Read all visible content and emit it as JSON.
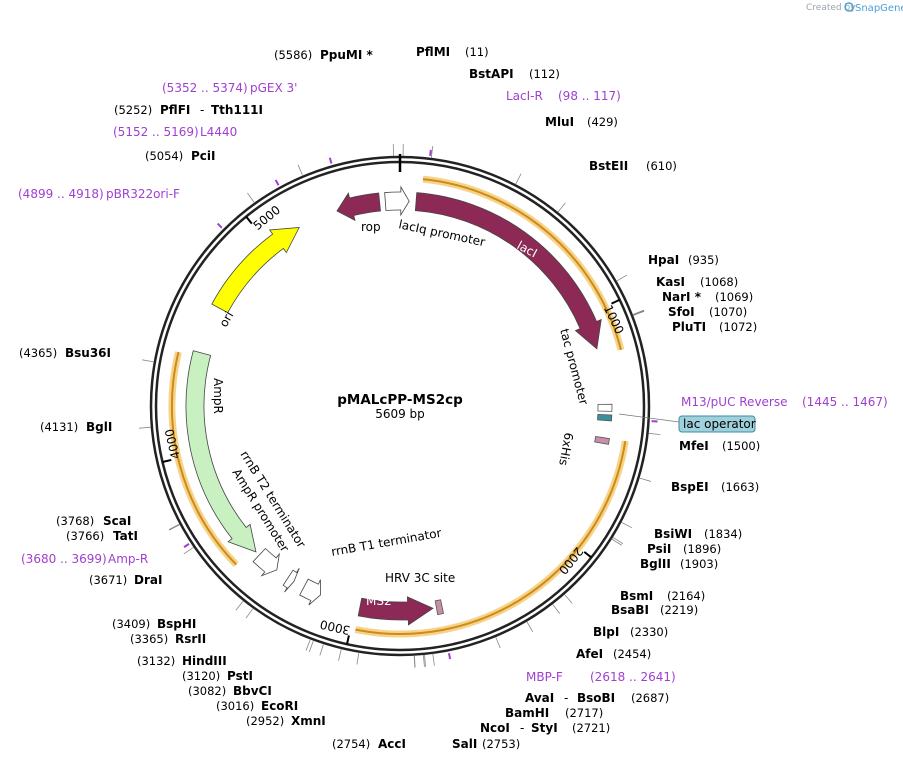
{
  "credit": {
    "created_by": "Created by",
    "brand": "SnapGene"
  },
  "plasmid": {
    "name": "pMALcPP-MS2cp",
    "length": "5609 bp",
    "length_value": 5609
  },
  "ticks": [
    {
      "label": "1000",
      "pos": 1000
    },
    {
      "label": "2000",
      "pos": 2000
    },
    {
      "label": "3000",
      "pos": 3000
    },
    {
      "label": "4000",
      "pos": 4000
    },
    {
      "label": "5000",
      "pos": 5000
    }
  ],
  "features": [
    {
      "name": "rop",
      "kind": "arrow",
      "color": "#8c2a55",
      "start": 5330,
      "end": 5520,
      "dir": -1,
      "label": "rop"
    },
    {
      "name": "laciq",
      "kind": "arrow",
      "color": "#ffffff",
      "start": 5545,
      "end": 40,
      "dir": 1,
      "label": "lacIq promoter"
    },
    {
      "name": "laci",
      "kind": "arrow",
      "color": "#8c2a55",
      "start": 70,
      "end": 1150,
      "dir": 1,
      "label": "lacI"
    },
    {
      "name": "tac",
      "kind": "box",
      "color": "#ffffff",
      "start": 1395,
      "end": 1425,
      "label": "tac promoter"
    },
    {
      "name": "lacop",
      "kind": "box",
      "color": "#3a8fa0",
      "start": 1440,
      "end": 1465,
      "label": "lac operator"
    },
    {
      "name": "his",
      "kind": "box",
      "color": "#c890a8",
      "start": 1540,
      "end": 1565,
      "label": "6xHis"
    },
    {
      "name": "ms2",
      "kind": "arrow",
      "color": "#8c2a55",
      "start": 2660,
      "end": 2980,
      "dir": -1,
      "label": "MS2"
    },
    {
      "name": "hrv",
      "kind": "box",
      "color": "#c890a8",
      "start": 2620,
      "end": 2645,
      "label": "HRV 3C site"
    },
    {
      "name": "rrnbt1",
      "kind": "arrow",
      "color": "#ffffff",
      "start": 3160,
      "end": 3240,
      "dir": -1,
      "label": "rrnB T1 terminator"
    },
    {
      "name": "rrnbt2",
      "kind": "arrow",
      "color": "#ffffff",
      "start": 3290,
      "end": 3320,
      "dir": -1,
      "label": "rrnB T2 terminator"
    },
    {
      "name": "ampp",
      "kind": "arrow",
      "color": "#ffffff",
      "start": 3380,
      "end": 3480,
      "dir": -1,
      "label": "AmpR promoter"
    },
    {
      "name": "ampr",
      "kind": "arrow",
      "color": "#c8f0c0",
      "start": 3500,
      "end": 4440,
      "dir": -1,
      "label": "AmpR"
    },
    {
      "name": "ori",
      "kind": "arrow",
      "color": "#ffff00",
      "start": 4650,
      "end": 5150,
      "dir": 1,
      "label": "ori"
    }
  ],
  "orfs": [
    {
      "start": 90,
      "end": 1180
    },
    {
      "start": 1540,
      "end": 2980
    },
    {
      "start": 3520,
      "end": 4420
    }
  ],
  "enzymes": [
    {
      "name": "PpuMI *",
      "pos_text": "(5586)",
      "pos": 5586
    },
    {
      "name": "PflMI",
      "pos_text": "(11)",
      "pos": 11
    },
    {
      "name": "BstAPI",
      "pos_text": "(112)",
      "pos": 112
    },
    {
      "name": "MluI",
      "pos_text": "(429)",
      "pos": 429
    },
    {
      "name": "BstEII",
      "pos_text": "(610)",
      "pos": 610
    },
    {
      "name": "HpaI",
      "pos_text": "(935)",
      "pos": 935
    },
    {
      "name": "KasI",
      "pos_text": "(1068)",
      "pos": 1068
    },
    {
      "name": "NarI *",
      "pos_text": "(1069)",
      "pos": 1069
    },
    {
      "name": "SfoI",
      "pos_text": "(1070)",
      "pos": 1070
    },
    {
      "name": "PluTI",
      "pos_text": "(1072)",
      "pos": 1072
    },
    {
      "name": "MfeI",
      "pos_text": "(1500)",
      "pos": 1500
    },
    {
      "name": "BspEI",
      "pos_text": "(1663)",
      "pos": 1663
    },
    {
      "name": "BsiWI",
      "pos_text": "(1834)",
      "pos": 1834
    },
    {
      "name": "PsiI",
      "pos_text": "(1896)",
      "pos": 1896
    },
    {
      "name": "BglII",
      "pos_text": "(1903)",
      "pos": 1903
    },
    {
      "name": "BsmI",
      "pos_text": "(2164)",
      "pos": 2164
    },
    {
      "name": "BsaBI",
      "pos_text": "(2219)",
      "pos": 2219
    },
    {
      "name": "BlpI",
      "pos_text": "(2330)",
      "pos": 2330
    },
    {
      "name": "AfeI",
      "pos_text": "(2454)",
      "pos": 2454
    },
    {
      "name": "AvaI",
      "pos_text": "",
      "pos": 2687
    },
    {
      "name": "BsoBI",
      "pos_text": "(2687)",
      "pos": 2687
    },
    {
      "name": "BamHI",
      "pos_text": "(2717)",
      "pos": 2717
    },
    {
      "name": "NcoI",
      "pos_text": "",
      "pos": 2721
    },
    {
      "name": "StyI",
      "pos_text": "(2721)",
      "pos": 2721
    },
    {
      "name": "SalI",
      "pos_text": "(2753)",
      "pos": 2753
    },
    {
      "name": "AccI",
      "pos_text": "(2754)",
      "pos": 2754
    },
    {
      "name": "XmnI",
      "pos_text": "(2952)",
      "pos": 2952
    },
    {
      "name": "EcoRI",
      "pos_text": "(3016)",
      "pos": 3016
    },
    {
      "name": "BbvCI",
      "pos_text": "(3082)",
      "pos": 3082
    },
    {
      "name": "PstI",
      "pos_text": "(3120)",
      "pos": 3120
    },
    {
      "name": "HindIII",
      "pos_text": "(3132)",
      "pos": 3132
    },
    {
      "name": "RsrII",
      "pos_text": "(3365)",
      "pos": 3365
    },
    {
      "name": "BspHI",
      "pos_text": "(3409)",
      "pos": 3409
    },
    {
      "name": "DraI",
      "pos_text": "(3671)",
      "pos": 3671
    },
    {
      "name": "TatI",
      "pos_text": "(3766)",
      "pos": 3766
    },
    {
      "name": "ScaI",
      "pos_text": "(3768)",
      "pos": 3768
    },
    {
      "name": "BglI",
      "pos_text": "(4131)",
      "pos": 4131
    },
    {
      "name": "Bsu36I",
      "pos_text": "(4365)",
      "pos": 4365
    },
    {
      "name": "PciI",
      "pos_text": "(5054)",
      "pos": 5054
    },
    {
      "name": "PflFI",
      "pos_text": "(5252)",
      "pos": 5252
    },
    {
      "name": "Tth111I",
      "pos_text": "",
      "pos": 5252
    }
  ],
  "primers": [
    {
      "name": "pGEX 3'",
      "range": "(5352 .. 5374)",
      "pos": 5363
    },
    {
      "name": "LacI-R",
      "range": "(98 .. 117)",
      "pos": 107
    },
    {
      "name": "L4440",
      "range": "(5152 .. 5169)",
      "pos": 5160
    },
    {
      "name": "pBR322ori-F",
      "range": "(4899 .. 4918)",
      "pos": 4908
    },
    {
      "name": "M13/pUC Reverse",
      "range": "(1445 .. 1467)",
      "pos": 1456
    },
    {
      "name": "MBP-F",
      "range": "(2618 .. 2641)",
      "pos": 2630
    },
    {
      "name": "Amp-R",
      "range": "(3680 .. 3699)",
      "pos": 3690
    }
  ]
}
